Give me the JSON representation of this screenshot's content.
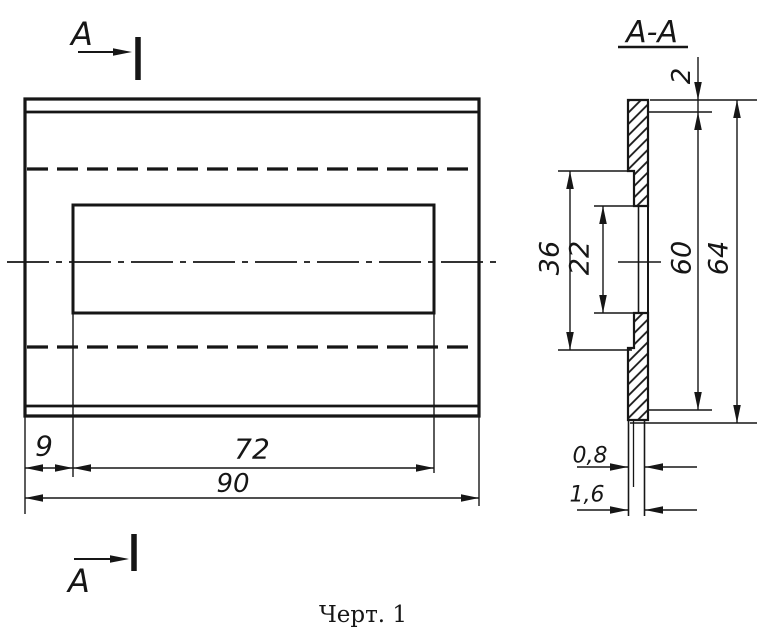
{
  "caption": "Черт. 1",
  "colors": {
    "ink": "#161616",
    "paper": "#ffffff"
  },
  "front_view": {
    "cut_letter_top": "А",
    "cut_letter_bottom": "А",
    "dim_offset": "9",
    "dim_window_width": "72",
    "dim_total_width": "90"
  },
  "section_view": {
    "title": "А-А",
    "dim_top_step": "2",
    "dim_recess_height": "36",
    "dim_window_height": "22",
    "dim_inner_height": "60",
    "dim_total_height": "64",
    "dim_wall_single": "0,8",
    "dim_wall_double": "1,6"
  }
}
